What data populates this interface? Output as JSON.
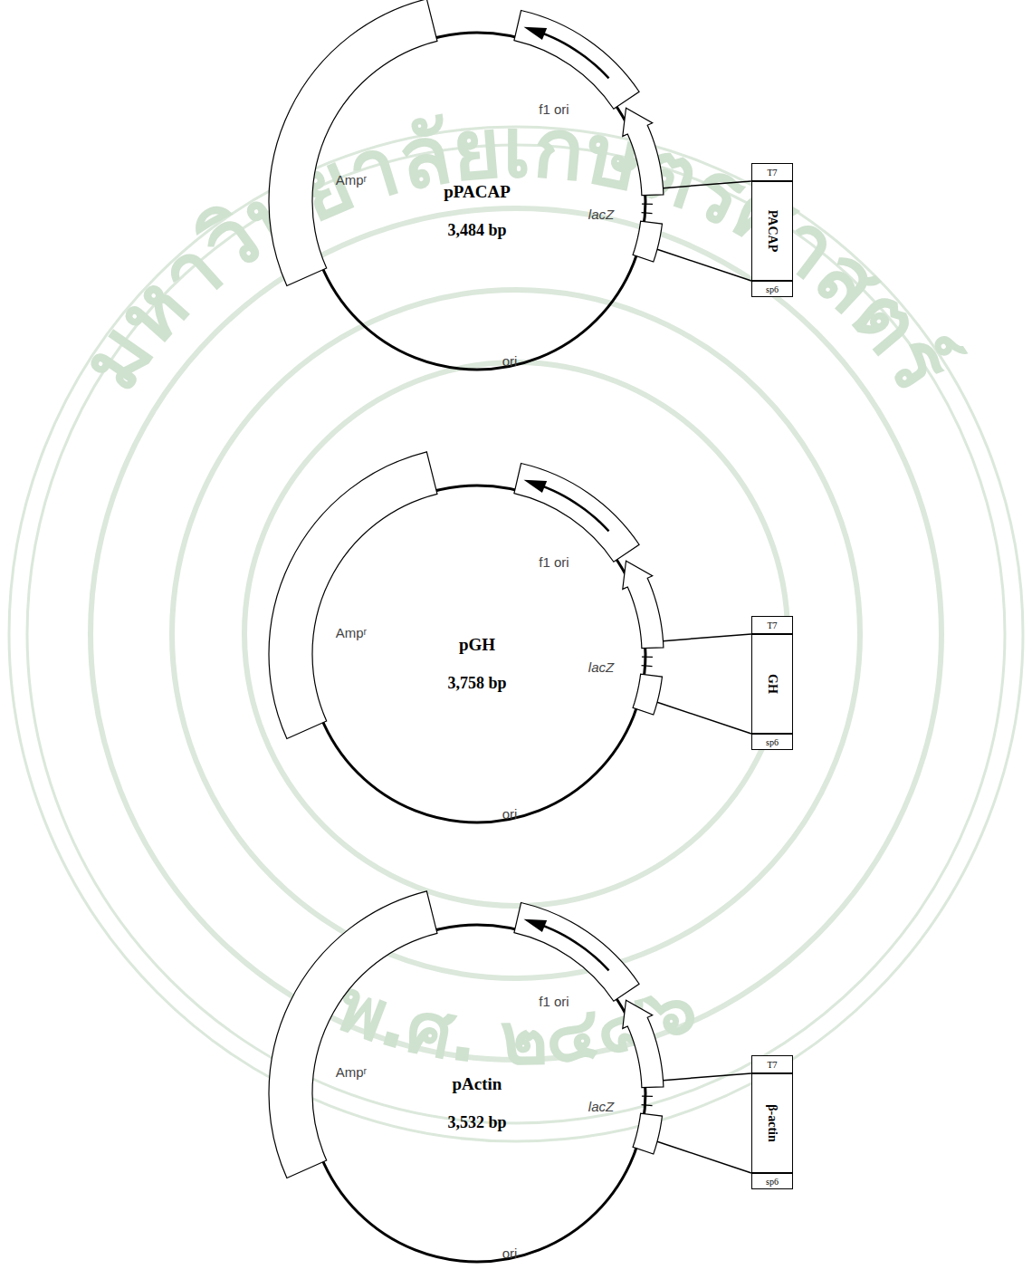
{
  "diagram": {
    "nodes": [
      {
        "text": [
          "T7"
        ]
      },
      {
        "text": [
          "PACAP"
        ]
      },
      {
        "text": [
          "sp6"
        ]
      },
      {
        "text": [
          "T7"
        ]
      },
      {
        "text": [
          "GH"
        ]
      },
      {
        "text": [
          "sp6"
        ]
      },
      {
        "text": [
          "T7"
        ]
      },
      {
        "text": [
          "β-actin"
        ]
      },
      {
        "text": [
          "sp6"
        ]
      }
    ],
    "labels": [
      "f1 ori",
      "Ampʳ",
      "pPACAP",
      "3,484 bp",
      "lacZ",
      "ori",
      "f1 ori",
      "Ampʳ",
      "pGH",
      "3,758 bp",
      "lacZ",
      "ori",
      "f1 ori",
      "Ampʳ",
      "pActin",
      "3,532 bp",
      "lacZ",
      "ori",
      "มหาวิทยาลัยเกษตรศาสตร์",
      "พ.ศ. ๒๔๘๖"
    ]
  }
}
